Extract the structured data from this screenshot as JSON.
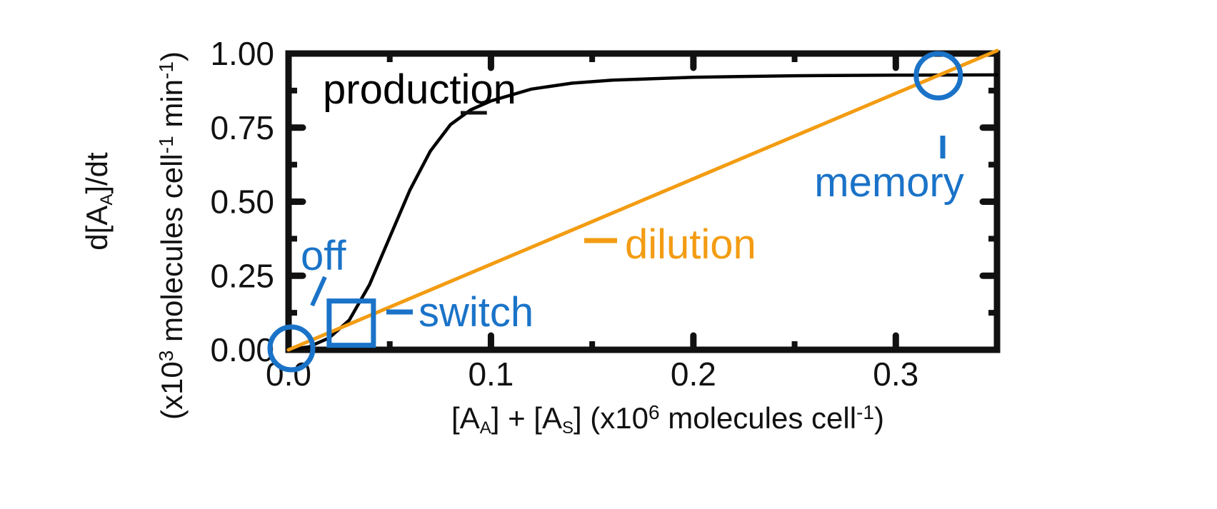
{
  "chart_data": {
    "type": "line",
    "title": "",
    "xlabel": {
      "parts": [
        "[A",
        "A",
        "] + [A",
        "S",
        "] (x10",
        "6",
        " molecules cell",
        "-1",
        ")"
      ]
    },
    "ylabel": {
      "line1_parts": [
        "d[A",
        "A",
        "]/dt"
      ],
      "line2_parts": [
        "(x10",
        "3",
        " molecules cell",
        "-1",
        " min",
        "-1",
        ")"
      ]
    },
    "xlim": [
      0,
      0.35
    ],
    "ylim": [
      0,
      1.0
    ],
    "x_ticks": [
      0.0,
      0.1,
      0.2,
      0.3
    ],
    "x_tick_labels": [
      "0.0",
      "0.1",
      "0.2",
      "0.3"
    ],
    "y_ticks": [
      0.0,
      0.25,
      0.5,
      0.75,
      1.0
    ],
    "y_tick_labels": [
      "0.00",
      "0.25",
      "0.50",
      "0.75",
      "1.00"
    ],
    "grid": false,
    "series": [
      {
        "name": "production",
        "color": "#000000",
        "x": [
          0.0,
          0.01,
          0.02,
          0.03,
          0.04,
          0.05,
          0.06,
          0.07,
          0.08,
          0.09,
          0.1,
          0.12,
          0.14,
          0.16,
          0.18,
          0.2,
          0.25,
          0.3,
          0.35
        ],
        "y": [
          0.0,
          0.01,
          0.04,
          0.1,
          0.22,
          0.38,
          0.54,
          0.67,
          0.76,
          0.81,
          0.84,
          0.88,
          0.9,
          0.91,
          0.915,
          0.92,
          0.925,
          0.927,
          0.928
        ]
      },
      {
        "name": "dilution",
        "color": "#f39c12",
        "x": [
          0.0,
          0.35
        ],
        "y": [
          0.0,
          1.01
        ]
      }
    ],
    "annotations": [
      {
        "text": "production",
        "color": "#000000",
        "x": 0.18,
        "y": 1.0,
        "pointer_to": [
          0.098,
          0.8
        ]
      },
      {
        "text": "dilution",
        "color": "#f39c12",
        "x": 0.165,
        "y": 0.36
      },
      {
        "text": "off",
        "color": "#1a73c8",
        "marker": "circle",
        "x": 0.0,
        "y": 0.0
      },
      {
        "text": "switch",
        "color": "#1a73c8",
        "marker": "square",
        "x": 0.031,
        "y": 0.09
      },
      {
        "text": "memory",
        "color": "#1a73c8",
        "marker": "circle",
        "x": 0.321,
        "y": 0.925
      }
    ]
  }
}
